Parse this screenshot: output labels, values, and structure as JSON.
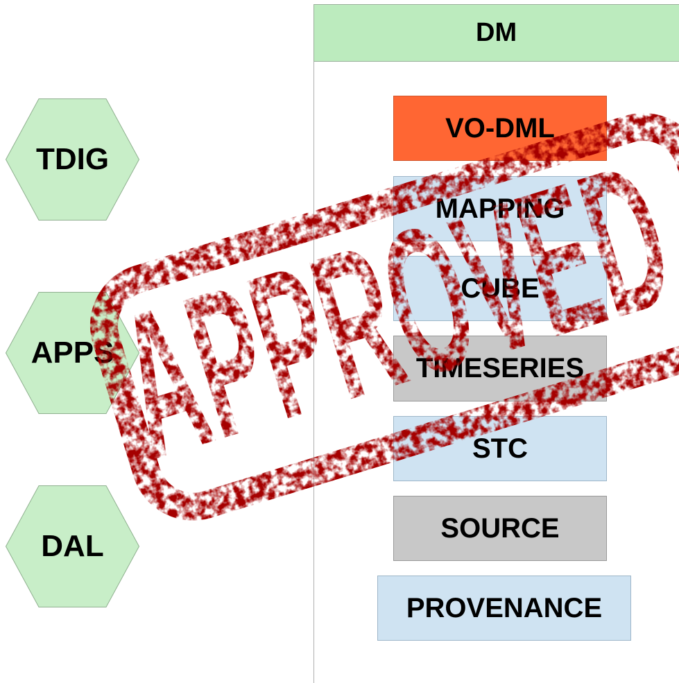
{
  "hexagons": [
    {
      "label": "TDIG"
    },
    {
      "label": "APPS"
    },
    {
      "label": "DAL"
    }
  ],
  "dm_header": {
    "label": "DM"
  },
  "boxes": [
    {
      "label": "VO-DML",
      "color": "#ff6633"
    },
    {
      "label": "MAPPING",
      "color": "#cfe3f2"
    },
    {
      "label": "CUBE",
      "color": "#cfe3f2"
    },
    {
      "label": "TIMESERIES",
      "color": "#c8c8c8"
    },
    {
      "label": "STC",
      "color": "#cfe3f2"
    },
    {
      "label": "SOURCE",
      "color": "#c8c8c8"
    },
    {
      "label": "PROVENANCE",
      "color": "#cfe3f2"
    }
  ],
  "stamp": {
    "text": "APPROVED",
    "color": "#a50000"
  }
}
